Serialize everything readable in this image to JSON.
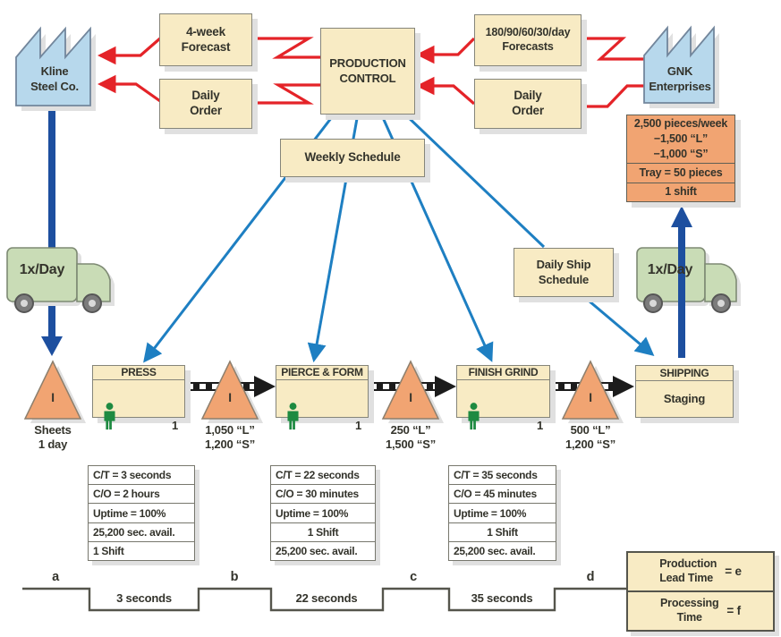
{
  "supplier": {
    "name": "Kline\nSteel Co."
  },
  "customer": {
    "name": "GNK\nEnterprises"
  },
  "production_control": {
    "label": "PRODUCTION\nCONTROL"
  },
  "info_boxes": {
    "left_forecast": "4-week\nForecast",
    "left_order": "Daily\nOrder",
    "right_forecast": "180/90/60/30/day\nForecasts",
    "right_order": "Daily\nOrder",
    "weekly_schedule": "Weekly Schedule",
    "daily_ship_schedule": "Daily Ship\nSchedule"
  },
  "demand_box": {
    "rates": "2,500 pieces/week\n−1,500 “L”\n−1,000 “S”",
    "tray": "Tray = 50 pieces",
    "shift": "1 shift"
  },
  "trucks": {
    "left": "1x/Day",
    "right": "1x/Day"
  },
  "inventories": [
    {
      "symbol": "I",
      "label": "Sheets\n1 day"
    },
    {
      "symbol": "I",
      "label": "1,050 “L”\n1,200 “S”"
    },
    {
      "symbol": "I",
      "label": "250 “L”\n1,500 “S”"
    },
    {
      "symbol": "I",
      "label": "500 “L”\n1,200 “S”"
    }
  ],
  "processes": [
    {
      "name": "PRESS",
      "operators": "1",
      "data": [
        "C/T = 3 seconds",
        "C/O = 2 hours",
        "Uptime = 100%",
        "25,200 sec. avail.",
        "1 Shift"
      ]
    },
    {
      "name": "PIERCE & FORM",
      "operators": "1",
      "data": [
        "C/T = 22 seconds",
        "C/O = 30 minutes",
        "Uptime = 100%",
        "1 Shift",
        "25,200 sec. avail."
      ]
    },
    {
      "name": "FINISH GRIND",
      "operators": "1",
      "data": [
        "C/T = 35 seconds",
        "C/O = 45 minutes",
        "Uptime = 100%",
        "1 Shift",
        "25,200 sec. avail."
      ]
    },
    {
      "name": "SHIPPING",
      "sub": "Staging"
    }
  ],
  "timeline": {
    "letters": [
      "a",
      "b",
      "c",
      "d"
    ],
    "times": [
      "3 seconds",
      "22 seconds",
      "35 seconds"
    ],
    "summary": [
      {
        "label": "Production\nLead Time",
        "value": "= e"
      },
      {
        "label": "Processing\nTime",
        "value": "= f"
      }
    ]
  }
}
